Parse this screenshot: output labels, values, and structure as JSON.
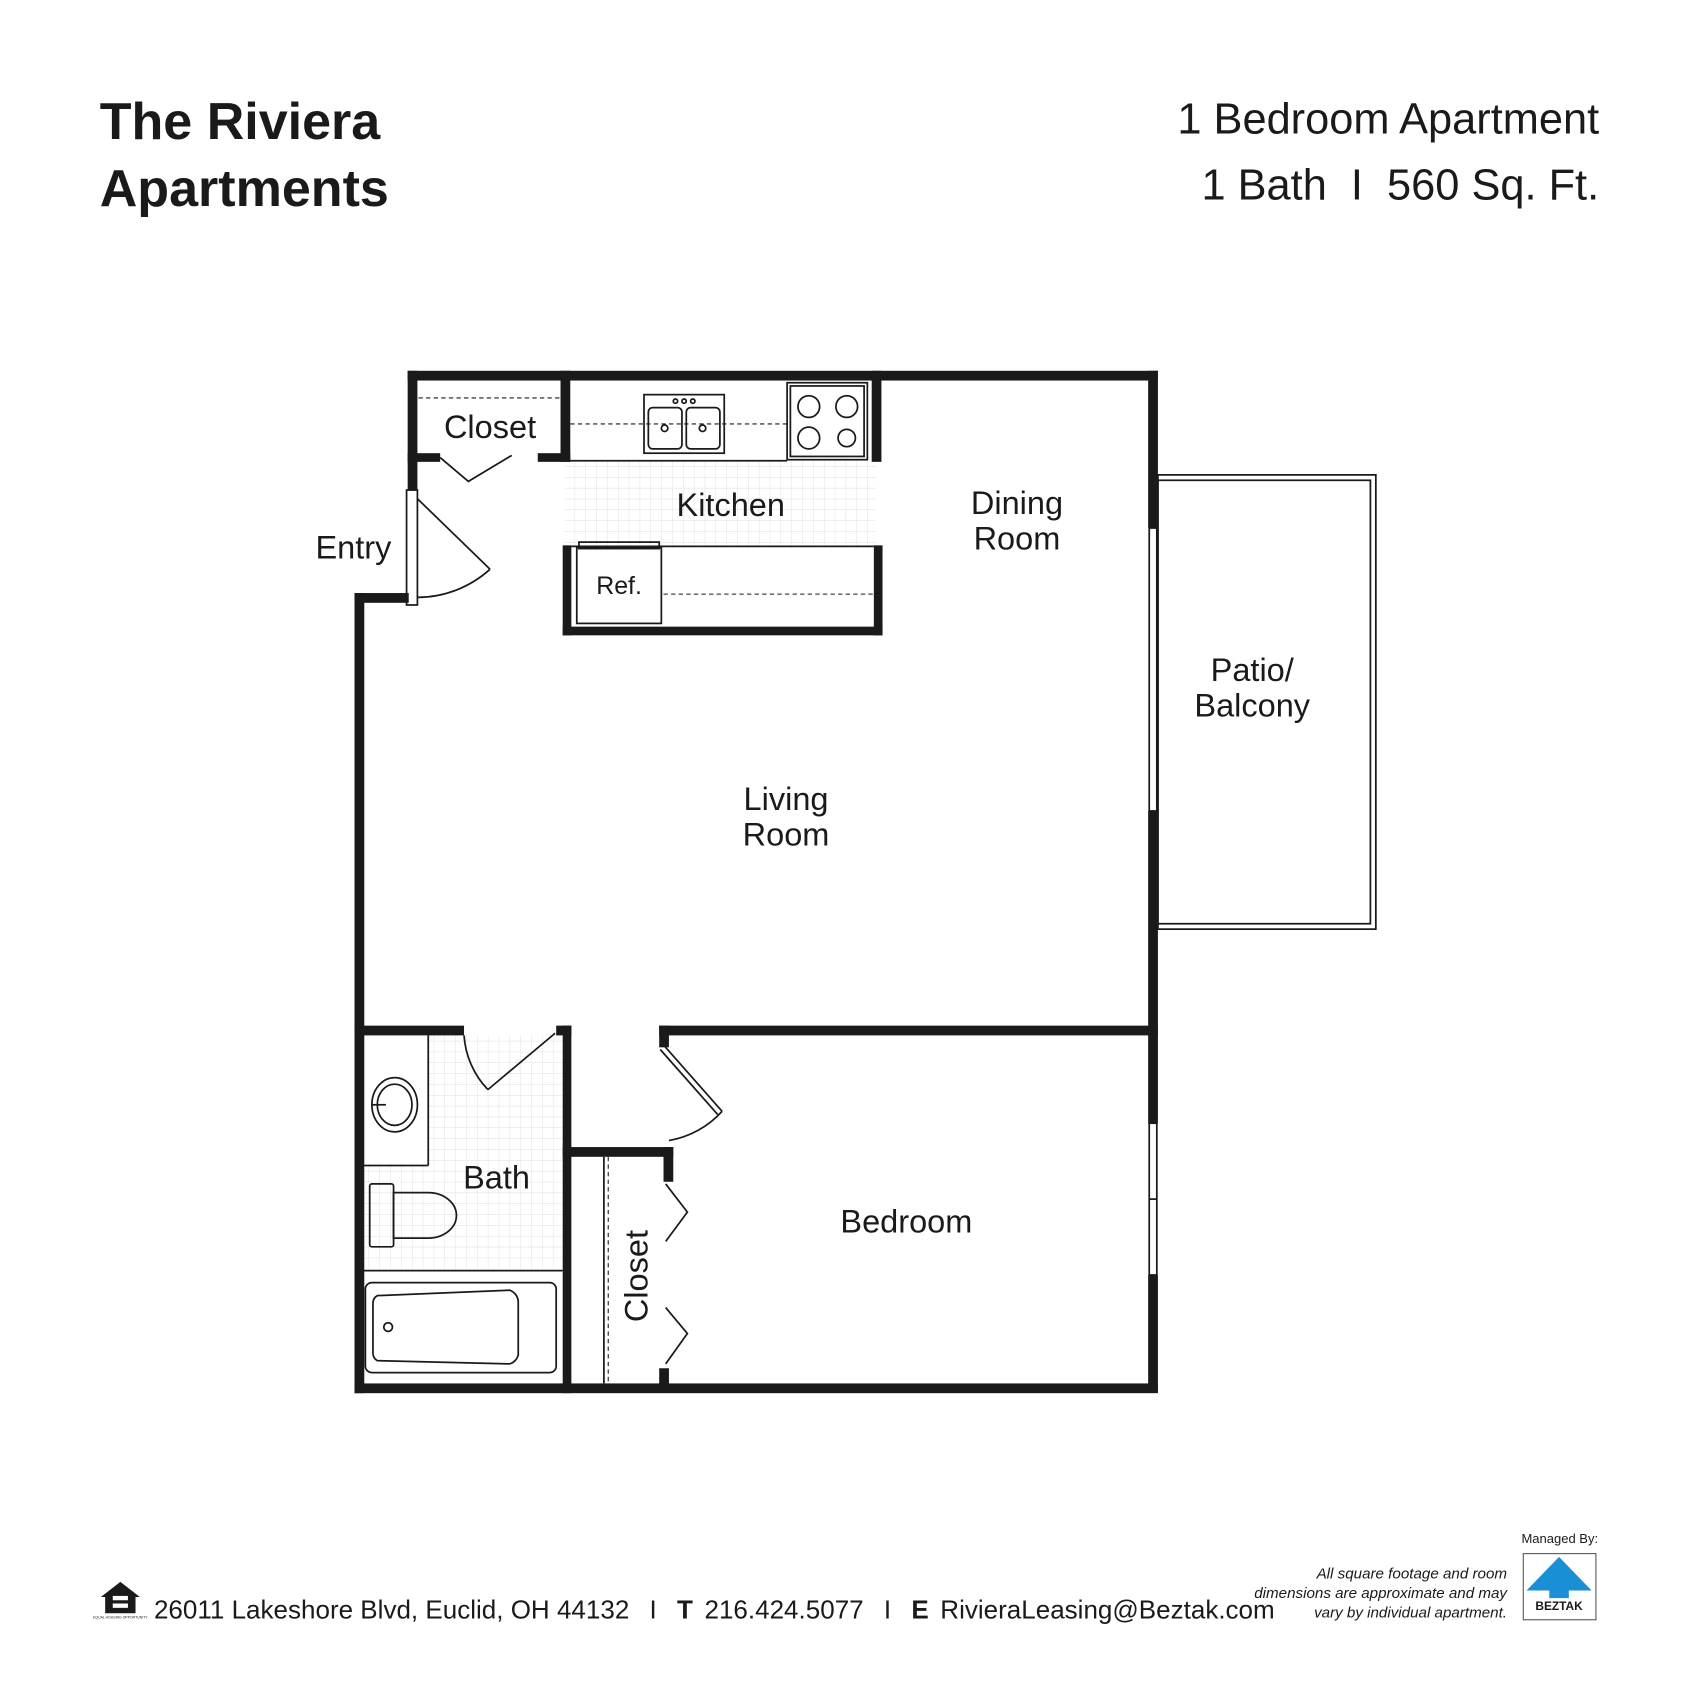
{
  "header": {
    "property_line1": "The Riviera",
    "property_line2": "Apartments",
    "unit_type": "1 Bedroom Apartment",
    "unit_details": "1 Bath  I  560 Sq. Ft."
  },
  "rooms": {
    "closet_entry": "Closet",
    "entry": "Entry",
    "kitchen": "Kitchen",
    "ref": "Ref.",
    "dining_1": "Dining",
    "dining_2": "Room",
    "patio_1": "Patio/",
    "patio_2": "Balcony",
    "living_1": "Living",
    "living_2": "Room",
    "bath": "Bath",
    "closet_bedroom": "Closet",
    "bedroom": "Bedroom"
  },
  "footer": {
    "address": "26011 Lakeshore Blvd, Euclid, OH 44132",
    "phone_prefix": "T",
    "phone": "216.424.5077",
    "email_prefix": "E",
    "email": "RivieraLeasing@Beztak.com",
    "separator": "I",
    "disclaimer_1": "All square footage and room",
    "disclaimer_2": "dimensions are approximate and may",
    "disclaimer_3": "vary by individual apartment.",
    "managed_by": "Managed By:",
    "logo_text": "BEZTAK",
    "equal_housing_text": "EQUAL HOUSING OPPORTUNITY"
  },
  "colors": {
    "wall": "#1a1a1a",
    "logo_blue": "#1a8fd6"
  },
  "icons": [
    "equal-housing-icon",
    "beztak-logo"
  ]
}
